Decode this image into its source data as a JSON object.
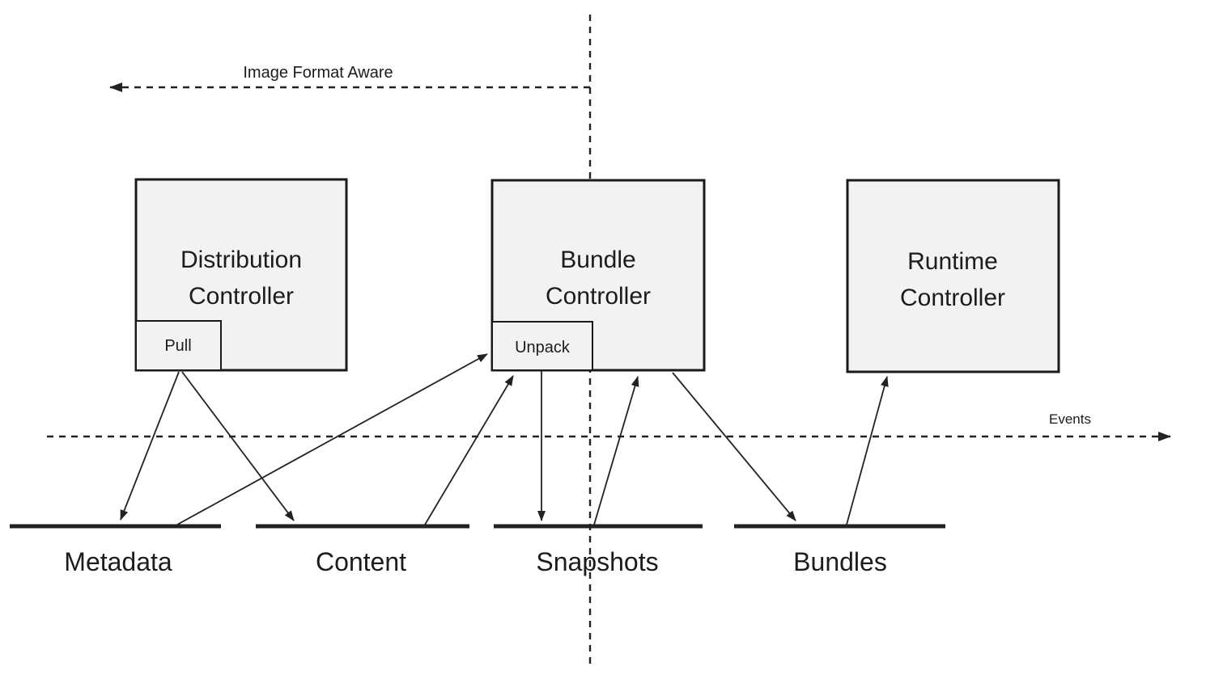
{
  "colors": {
    "background": "#ffffff",
    "box_fill": "#f2f2f2",
    "box_border": "#1a1a1a",
    "line_color": "#222222",
    "text_color": "#1c1c1c"
  },
  "controllers": {
    "distribution": {
      "line1": "Distribution",
      "line2": "Controller",
      "operation": "Pull"
    },
    "bundle": {
      "line1": "Bundle",
      "line2": "Controller",
      "operation": "Unpack"
    },
    "runtime": {
      "line1": "Runtime",
      "line2": "Controller"
    }
  },
  "stores": {
    "metadata": {
      "label": "Metadata"
    },
    "content": {
      "label": "Content"
    },
    "snapshots": {
      "label": "Snapshots"
    },
    "bundles": {
      "label": "Bundles"
    }
  },
  "annotations": {
    "image_format_aware": {
      "label": "Image Format Aware",
      "direction": "left"
    },
    "events": {
      "label": "Events",
      "direction": "right"
    }
  },
  "edges": [
    {
      "from": "pull",
      "to": "metadata"
    },
    {
      "from": "pull",
      "to": "content"
    },
    {
      "from": "metadata",
      "to": "unpack"
    },
    {
      "from": "content",
      "to": "unpack"
    },
    {
      "from": "unpack",
      "to": "snapshots"
    },
    {
      "from": "snapshots",
      "to": "bundle-controller"
    },
    {
      "from": "bundle-controller",
      "to": "bundles"
    },
    {
      "from": "bundles",
      "to": "runtime-controller"
    }
  ]
}
